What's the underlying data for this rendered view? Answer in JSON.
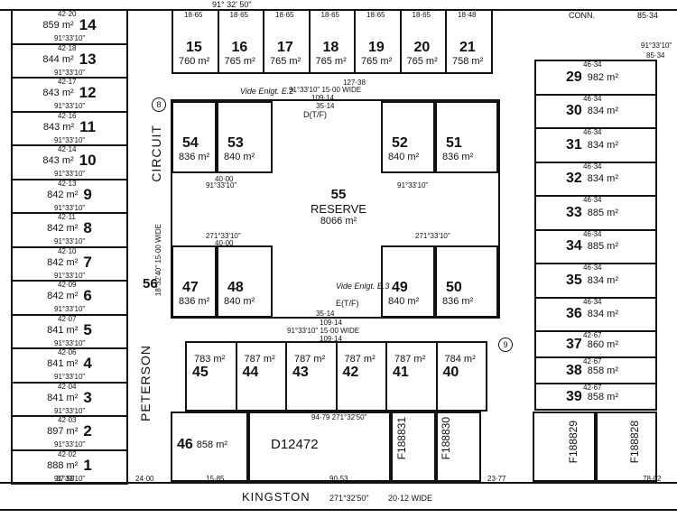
{
  "header": {
    "bearing": "91° 32' 50\"",
    "conn": "CONN.",
    "conn_dim": "85·34",
    "top_right_bearing": "91°33'10\"",
    "top_right_dim": "85·34"
  },
  "roads": {
    "kingston": "KINGSTON",
    "kingston_bearing": "271°32'50\"",
    "kingston_width": "20·12 WIDE",
    "peterson": "PETERSON",
    "circuit": "CIRCUIT",
    "circuit_width": "18°32'40\" 15·00 WIDE"
  },
  "left_lots": [
    {
      "num": "14",
      "area": "859 m²",
      "top": "42·20"
    },
    {
      "num": "13",
      "area": "844 m²",
      "top": "42·18"
    },
    {
      "num": "12",
      "area": "843 m²",
      "top": "42·17"
    },
    {
      "num": "11",
      "area": "843 m²",
      "top": "42·16"
    },
    {
      "num": "10",
      "area": "843 m²",
      "top": "42·14"
    },
    {
      "num": "9",
      "area": "842 m²",
      "top": "42·13"
    },
    {
      "num": "8",
      "area": "842 m²",
      "top": "42·11"
    },
    {
      "num": "7",
      "area": "842 m²",
      "top": "42·10"
    },
    {
      "num": "6",
      "area": "842 m²",
      "top": "42·09"
    },
    {
      "num": "5",
      "area": "841 m²",
      "top": "42·07"
    },
    {
      "num": "4",
      "area": "841 m²",
      "top": "42·06"
    },
    {
      "num": "3",
      "area": "841 m²",
      "top": "42·04"
    },
    {
      "num": "2",
      "area": "897 m²",
      "top": "42·03"
    },
    {
      "num": "1",
      "area": "888 m²",
      "top": "42·02"
    }
  ],
  "left_bearing": "91°33'10\"",
  "top_lots": [
    {
      "num": "15",
      "area": "760 m²",
      "w": "18·65"
    },
    {
      "num": "16",
      "area": "765 m²",
      "w": "18·65"
    },
    {
      "num": "17",
      "area": "765 m²",
      "w": "18·65"
    },
    {
      "num": "18",
      "area": "765 m²",
      "w": "18·65"
    },
    {
      "num": "19",
      "area": "765 m²",
      "w": "18·65"
    },
    {
      "num": "20",
      "area": "765 m²",
      "w": "18·65"
    },
    {
      "num": "21",
      "area": "758 m²",
      "w": "18·48"
    }
  ],
  "right_lots": [
    {
      "num": "29",
      "area": "982 m²",
      "top": "46·34"
    },
    {
      "num": "30",
      "area": "834 m²",
      "top": "46·34"
    },
    {
      "num": "31",
      "area": "834 m²",
      "top": "46·34"
    },
    {
      "num": "32",
      "area": "834 m²",
      "top": "46·34"
    },
    {
      "num": "33",
      "area": "885 m²",
      "top": "46·34"
    },
    {
      "num": "34",
      "area": "885 m²",
      "top": "46·34"
    },
    {
      "num": "35",
      "area": "834 m²",
      "top": "46·34"
    },
    {
      "num": "36",
      "area": "834 m²",
      "top": "46·34"
    },
    {
      "num": "37",
      "area": "860 m²",
      "top": "42·67"
    },
    {
      "num": "38",
      "area": "858 m²",
      "top": "42·67"
    },
    {
      "num": "39",
      "area": "858 m²",
      "top": "42·67"
    }
  ],
  "inner_top": [
    {
      "num": "54",
      "area": "836 m²"
    },
    {
      "num": "53",
      "area": "840 m²"
    },
    {
      "num": "52",
      "area": "840 m²"
    },
    {
      "num": "51",
      "area": "836 m²"
    }
  ],
  "inner_bottom": [
    {
      "num": "47",
      "area": "836 m²"
    },
    {
      "num": "48",
      "area": "840 m²"
    },
    {
      "num": "49",
      "area": "840 m²"
    },
    {
      "num": "50",
      "area": "836 m²"
    }
  ],
  "reserve": {
    "num": "55",
    "label": "RESERVE",
    "area": "8066 m²",
    "b1": "91°33'10\"",
    "b2": "271°33'10\"",
    "d1": "40·00",
    "d2": "40·00"
  },
  "bottom_lots": [
    {
      "num": "45",
      "area": "783 m²"
    },
    {
      "num": "44",
      "area": "787 m²"
    },
    {
      "num": "43",
      "area": "787 m²"
    },
    {
      "num": "42",
      "area": "787 m²"
    },
    {
      "num": "41",
      "area": "787 m²"
    },
    {
      "num": "40",
      "area": "784 m²"
    }
  ],
  "lot46": {
    "num": "46",
    "area": "858 m²"
  },
  "lot56": {
    "num": "56"
  },
  "d_plan": "D12472",
  "f_plans": [
    "F188831",
    "F188830",
    "F188829",
    "F188828"
  ],
  "road_notes": {
    "top_road": "91°33'10\" 15·00 WIDE",
    "top_road_dim": "127·38",
    "top_road_dim2": "109·14",
    "vide_e2": "Vide Enlgt. E.2",
    "vide_e3": "Vide Enlgt. E.3",
    "bot_road": "91°33'10\" 15·00 WIDE",
    "bot_road_dim": "109·14",
    "bot_road_dim2": "109·14",
    "e_label": "E(T/F)",
    "d_label": "D(T/F)",
    "e_dim": "35·14",
    "d_dim": "35·14",
    "kingston_dims": [
      "37·50",
      "24·00",
      "15·85",
      "90·53",
      "23·77",
      "78·02"
    ],
    "bot_mid": "94·79 271°32'50\""
  },
  "markers": [
    "8",
    "9"
  ]
}
